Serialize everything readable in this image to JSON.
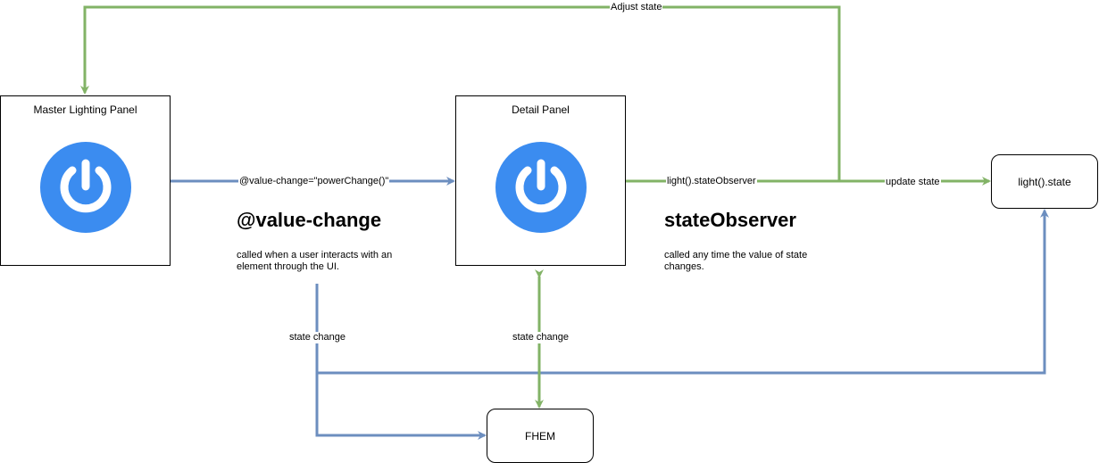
{
  "nodes": {
    "master_panel": {
      "title": "Master Lighting Panel",
      "icon": "power-icon"
    },
    "detail_panel": {
      "title": "Detail Panel",
      "icon": "power-icon"
    },
    "light_state": {
      "label": "light().state"
    },
    "fhem": {
      "label": "FHEM"
    }
  },
  "edges": {
    "adjust_state": "Adjust state",
    "value_change_binding": "@value-change=\"powerChange()\"",
    "state_observer_binding": "light().stateObserver",
    "update_state": "update state",
    "state_change_left": "state change",
    "state_change_center": "state change"
  },
  "annotations": {
    "value_change": {
      "heading": "@value-change",
      "description": "called when a user interacts with an element through the UI."
    },
    "state_observer": {
      "heading": "stateObserver",
      "description": "called any time the value of state changes."
    }
  },
  "colors": {
    "green": "#82b366",
    "blue": "#6c8ebf",
    "icon_blue": "#3b8cf0",
    "border": "#000000"
  }
}
